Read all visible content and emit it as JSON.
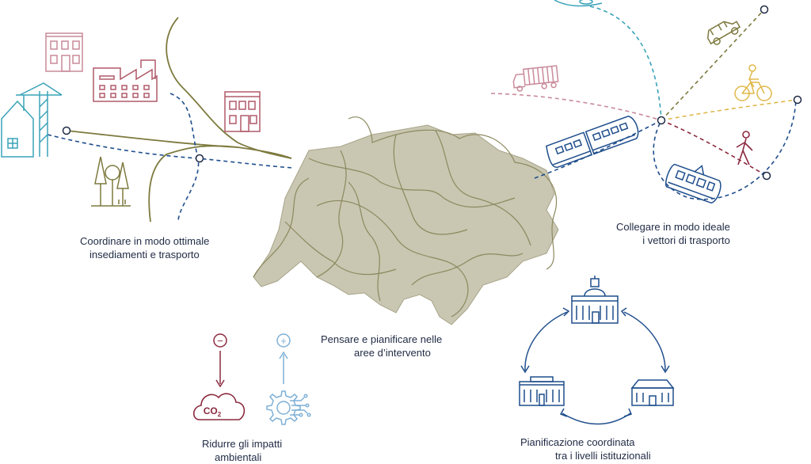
{
  "sections": {
    "settlements": {
      "line1": "Coordinare in modo ottimale",
      "line2": "insediamenti e trasporto"
    },
    "transport": {
      "line1": "Collegare in modo ideale",
      "line2": "i vettori di trasporto"
    },
    "areas": {
      "line1": "Pensare e pianificare nelle",
      "line2": "aree d’intervento"
    },
    "environment": {
      "line1": "Ridurre gli impatti",
      "line2": "ambientali"
    },
    "institutions": {
      "line1": "Pianificazione coordinata",
      "line2": "tra i livelli istituzionali"
    }
  },
  "co2_label": "CO",
  "co2_subscript": "2",
  "minus_symbol": "−",
  "plus_symbol": "+",
  "colors": {
    "map_fill": "#c9c6b2",
    "map_outline": "#8c8a5e",
    "olive": "#7d7a3e",
    "navy": "#1f4e8c",
    "teal": "#3aa3b8",
    "rose": "#b15a6a",
    "crimson": "#8b2a3f",
    "mauve": "#c98a9a",
    "gold": "#e0b84a",
    "light_blue": "#7fb0d6",
    "tree_green": "#7d7a3e"
  }
}
